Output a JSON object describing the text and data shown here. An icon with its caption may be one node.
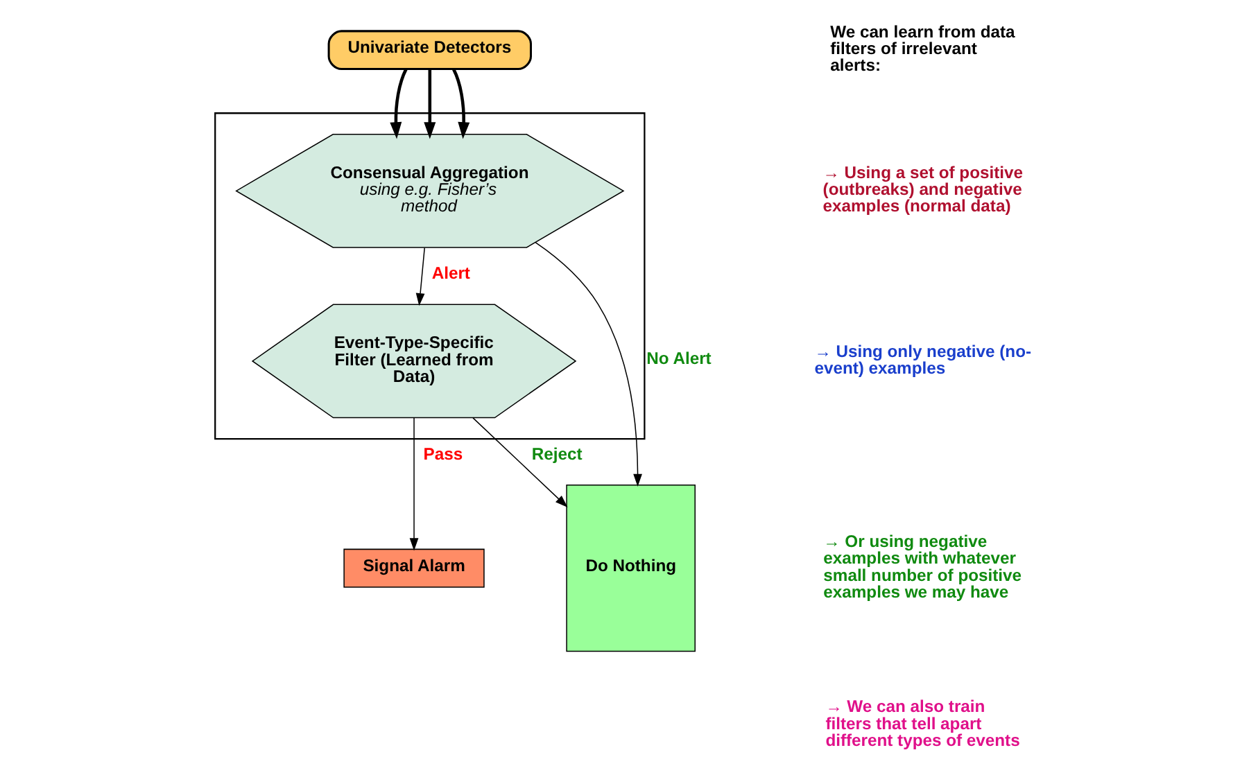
{
  "diagram": {
    "nodes": [
      {
        "text": [
          "Univariate Detectors"
        ]
      },
      {
        "text": [],
        "shape": "box"
      },
      {
        "text": [
          "Consensual Aggregation",
          "using e.g. Fisher’s method"
        ],
        "in": 1
      },
      {
        "text": [
          "Event-Type-Specific Filter (Learned from Data)"
        ],
        "in": 1
      },
      {
        "text": [
          "Do Nothing"
        ]
      },
      {
        "text": [
          "Signal Alarm"
        ]
      }
    ],
    "edges": [
      {
        "from": 0,
        "to": 2,
        "arrow": "to",
        "style": "thick"
      },
      {
        "from": 0,
        "to": 2,
        "arrow": "to",
        "style": "thick"
      },
      {
        "from": 0,
        "to": 2,
        "arrow": "to",
        "style": "thick"
      },
      {
        "from": 2,
        "to": 4,
        "label": "No Alert",
        "arrow": "to"
      },
      {
        "from": 2,
        "to": 3,
        "label": "Alert",
        "arrow": "to"
      },
      {
        "from": 3,
        "to": 4,
        "label": "Reject",
        "arrow": "to"
      },
      {
        "from": 3,
        "to": 5,
        "label": "Pass",
        "arrow": "to"
      }
    ],
    "labels": [
      "We can learn from data filters of irrelevant alerts:",
      "→ Using a set of positive (outbreaks) and negative examples (normal data)",
      "→ Using only negative (no-event) examples",
      "→ Or using negative examples with whatever small number of positive examples we may have",
      "→ We can also train filters that tell apart different types of events"
    ]
  }
}
